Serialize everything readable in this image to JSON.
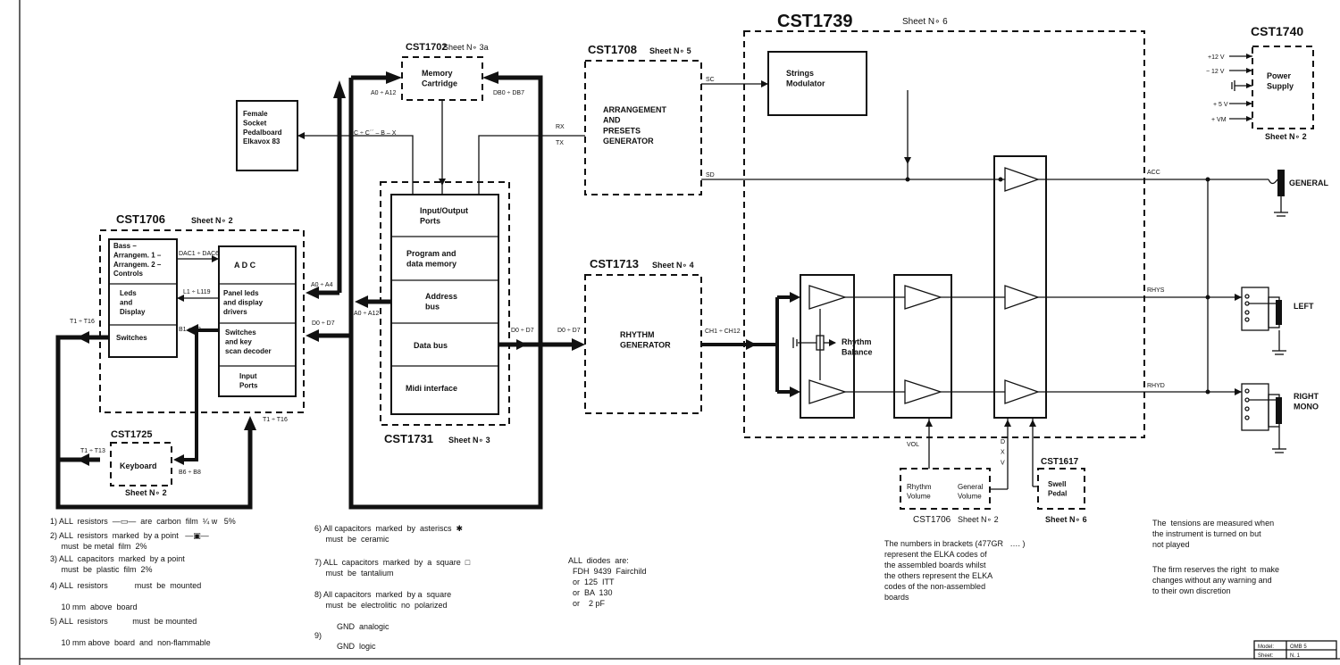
{
  "blocks": {
    "cst1739": {
      "name": "CST1739",
      "sheet": "Sheet  N∘ 6"
    },
    "cst1740": {
      "name": "CST1740",
      "sheet": "Sheet  N∘ 2",
      "title": "Power\nSupply",
      "rails": [
        "+12 V",
        "− 12 V",
        "+ 5 V",
        "+ VM"
      ]
    },
    "cst1702": {
      "name": "CST1702",
      "sheet": "Sheet  N∘ 3a",
      "title": "Memory\nCartridge"
    },
    "cst1708": {
      "name": "CST1708",
      "sheet": "Sheet  N∘ 5",
      "title": "ARRANGEMENT\nAND\nPRESETS\nGENERATOR"
    },
    "cst1713": {
      "name": "CST1713",
      "sheet": "Sheet  N∘ 4",
      "title": "RHYTHM\nGENERATOR"
    },
    "cst1706": {
      "name": "CST1706",
      "sheet": "Sheet  N∘ 2"
    },
    "cst1731": {
      "name": "CST1731",
      "sheet": "Sheet  N∘ 3"
    },
    "cst1725": {
      "name": "CST1725",
      "sheet": "Sheet  N∘ 2",
      "title": "Keyboard"
    },
    "cst1706b": {
      "name": "CST1706",
      "sheet": "Sheet  N∘ 2",
      "rhythm": "Rhythm\nVolume",
      "general": "General\nVolume"
    },
    "cst1617": {
      "name": "CST1617",
      "sheet": "Sheet  N∘ 6",
      "title": "Swell\nPedal"
    },
    "pedalboard": "Female\nSocket\nPedalboard\n\nElkavox  83",
    "strings": "Strings\nModulator",
    "rhythm_balance": "Rhythm\nBalance"
  },
  "cpu_cells": [
    "Input/Output\nPorts",
    "Program and\ndata memory",
    "Address\nbus",
    "Data bus",
    "Midi interface"
  ],
  "panel_cells": [
    "A  D  C",
    "Panel leds\nand display\ndrivers",
    "Switches\nand key\nscan decoder",
    "Input\nPorts"
  ],
  "left_cells": [
    "Bass  –\nArrangem. 1  –\nArrangem.  2  –\nControls",
    "Leds\nand\nDisplay",
    "Switches"
  ],
  "signals": {
    "a0a12_top": "A0 ÷ A12",
    "db0db7": "DB0 ÷ DB7",
    "c_bx": "C ÷ C´´ – B – X",
    "rx": "RX",
    "tx": "TX",
    "sc": "SC",
    "sd": "SD",
    "dac": "DAC1 ÷ DAC6",
    "l1l119": "L1 ÷ L119",
    "b1b8": "B1 ÷ B8",
    "t1t16_left": "T1 ÷ T16",
    "a0a4": "A0 ÷ A4",
    "a0a12_mid": "A0 ÷ A12",
    "d0d7_left": "D0 ÷ D7",
    "d0d7_a": "D0 ÷ D7",
    "d0d7_b": "D0 ÷ D7",
    "ch1ch12": "CH1 ÷ CH12",
    "t1t16_bot": "T1 ÷ T16",
    "t1t13": "T1 ÷ T13",
    "b6b8": "B6 ÷ B8",
    "vol": "VOL",
    "dxv": "D\nX\nV",
    "acc": "ACC",
    "rhys": "RHYS",
    "rhyd": "RHYD"
  },
  "outputs": {
    "general": "GENERAL",
    "left": "LEFT",
    "right": "RIGHT\nMONO"
  },
  "notes_left": [
    "1) ALL  resistors  —▭—  are  carbon  film  ¼ w   5%",
    "2) ALL  resistors  marked  by a point   —▣—\n     must  be metal  film  2%",
    "3) ALL  capacitors  marked  by a point\n     must  be  plastic  film  2%",
    "4) ALL  resistors            must  be  mounted\n\n     10 mm  above  board",
    "5) ALL  resistors           must  be mounted\n\n     10 mm above  board  and  non-flammable"
  ],
  "notes_mid": [
    "6) All capacitors  marked  by  asteriscs  ✱\n     must  be  ceramic",
    "7) ALL  capacitors  marked  by  a  square  □\n     must  be  tantalium",
    "8) All capacitors  marked  by a  square\n     must  be  electrolitic  no  polarized",
    "          GND  analogic",
    "9)\n          GND  logic"
  ],
  "diodes": "ALL  diodes  are:\n  FDH  9439  Fairchild\n  or  125  ITT\n  or  BA  130\n  or    2 pF",
  "brackets_note": "The numbers in brackets (477GR   …. )\nrepresent the ELKA codes of\nthe assembled boards whilst\nthe others represent the ELKA\ncodes of the non-assembled\nboards",
  "tensions_note": "The  tensions are measured when\nthe instrument is turned on but\nnot played",
  "firm_note": "The firm reserves the right  to make\nchanges without any warning and\nto their own discretion",
  "title_block": {
    "model_label": "Model:",
    "model_value": "OMB 5",
    "sheet_label": "Sheet:",
    "sheet_value": "N. 1"
  }
}
